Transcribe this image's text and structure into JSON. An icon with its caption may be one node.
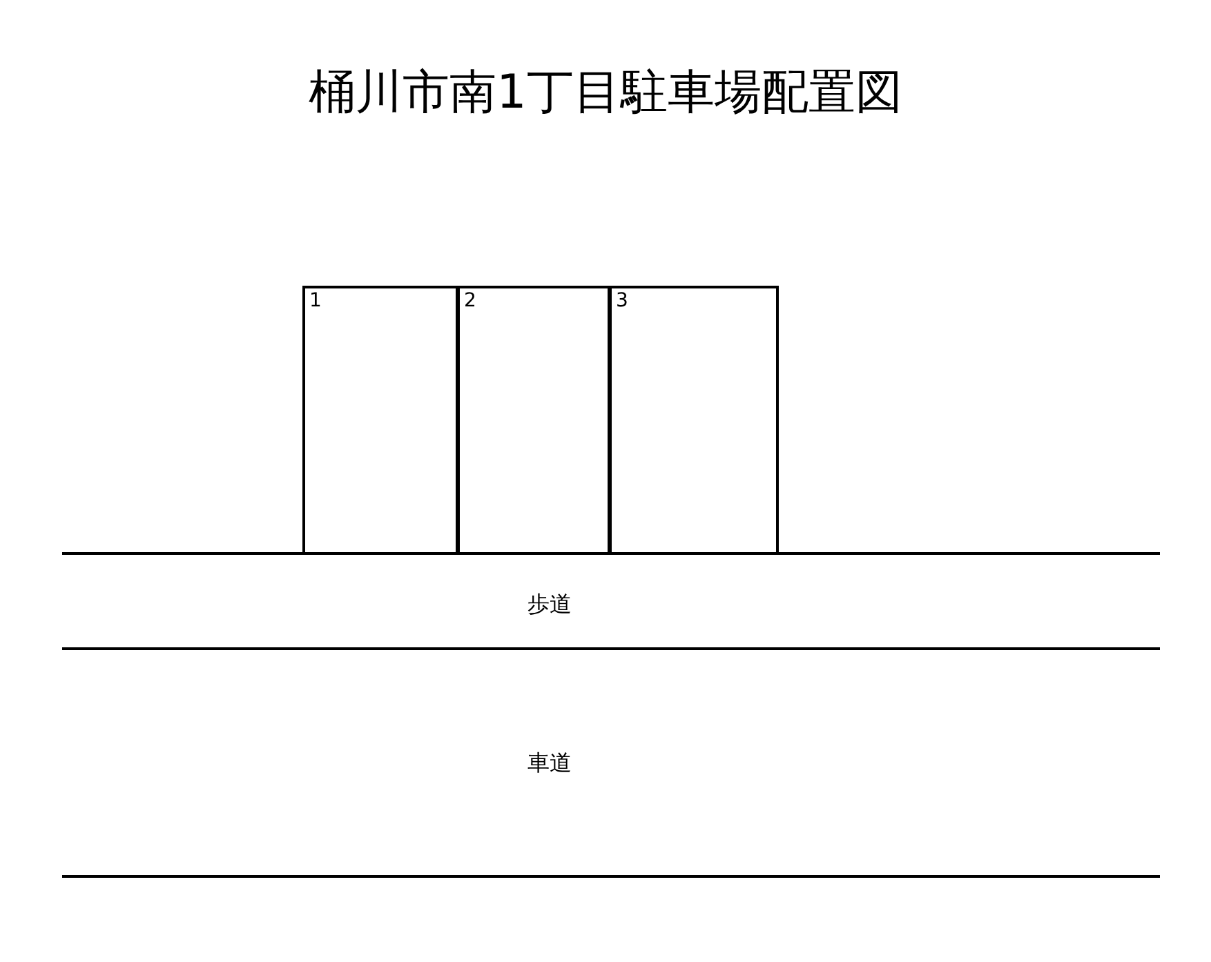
{
  "diagram": {
    "title": "桶川市南1丁目駐車場配置図",
    "nodes": [
      {
        "text": [
          "1"
        ]
      },
      {
        "text": [
          "2"
        ]
      },
      {
        "text": [
          "3"
        ]
      }
    ],
    "labels": [
      "歩道",
      "車道"
    ]
  }
}
